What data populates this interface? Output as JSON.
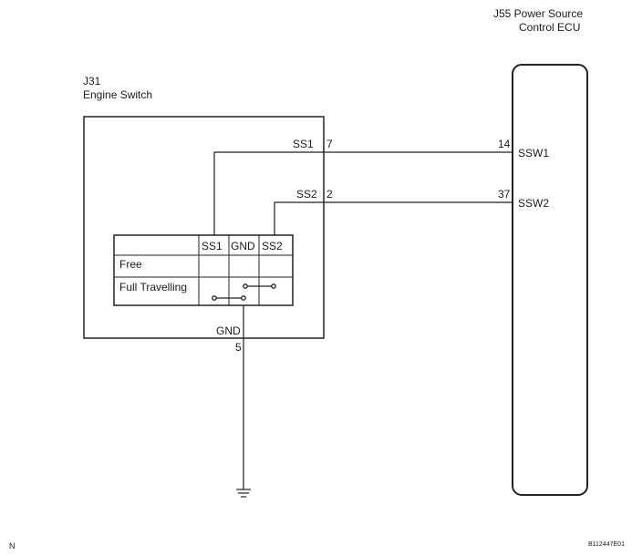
{
  "ecu": {
    "title_line1": "J55 Power Source",
    "title_line2": "Control ECU",
    "pins": [
      {
        "number": "14",
        "name": "SSW1"
      },
      {
        "number": "37",
        "name": "SSW2"
      }
    ]
  },
  "switch": {
    "title_line1": "J31",
    "title_line2": "Engine Switch",
    "terminals": [
      {
        "name": "SS1",
        "number": "7"
      },
      {
        "name": "SS2",
        "number": "2"
      },
      {
        "name": "GND",
        "number": "5"
      }
    ],
    "table": {
      "columns": [
        "SS1",
        "GND",
        "SS2"
      ],
      "rows": [
        "Free",
        "Full Travelling"
      ]
    }
  },
  "footer": {
    "left_code": "N",
    "right_code": "B112447E01"
  }
}
